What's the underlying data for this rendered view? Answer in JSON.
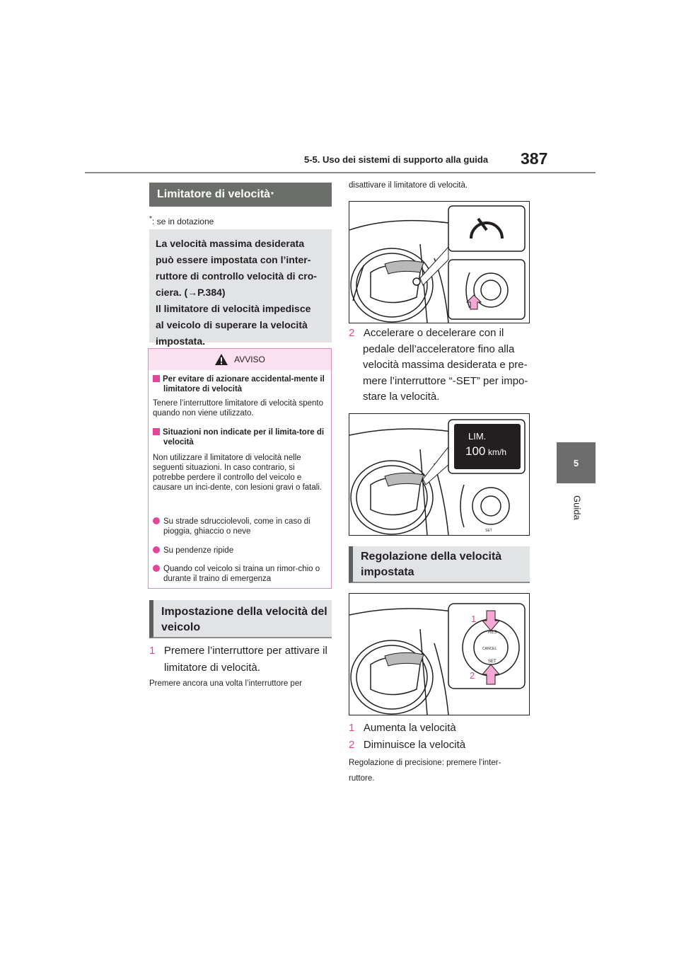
{
  "header": {
    "section": "5-5. Uso dei sistemi di supporto alla guida",
    "page_number": "387"
  },
  "side_tab": {
    "number": "5",
    "label": "Guida"
  },
  "limiter": {
    "title": "Limitatore di velocità",
    "title_mark": "*",
    "footnote_mark": "*",
    "footnote": ": se in dotazione",
    "intro_lines": [
      "La velocità massima desiderata",
      "può essere impostata con l’inter-",
      "ruttore di controllo velocità di cro-",
      "ciera. (→P.384)",
      "Il limitatore di velocità impedisce",
      "al veicolo di superare la velocità",
      "impostata."
    ]
  },
  "warning": {
    "title": "AVVISO",
    "s1_heading": "Per evitare di azionare accidental-mente il limitatore di velocità",
    "s1_text": "Tenere l’interruttore limitatore di velocità spento quando non viene utilizzato.",
    "s2_heading": "Situazioni non indicate per il limita-tore di velocità",
    "s2_text": "Non utilizzare il limitatore di velocità nelle seguenti situazioni. In caso contrario, si potrebbe perdere il controllo del veicolo e causare un inci-dente, con lesioni gravi o fatali.",
    "b1": "Su strade sdrucciolevoli, come in caso di pioggia, ghiaccio o neve",
    "b2": "Su pendenze ripide",
    "b3": "Quando col veicolo si traina un rimor-chio o durante il traino di emergenza"
  },
  "setting": {
    "title": "Impostazione della velocità del veicolo",
    "step1_num": "1",
    "step1_line1": "Premere l’interruttore per attivare il",
    "step1_line2": "limitatore di velocità.",
    "step1_note": "Premere ancora una volta l’interruttore per",
    "step1_note_cont": "disattivare il limitatore di velocità.",
    "step2_num": "2",
    "step2_lines": [
      "Accelerare o decelerare con il",
      "pedale dell’acceleratore fino alla",
      "velocità massima desiderata e pre-",
      "mere l’interruttore “-SET” per impo-",
      "stare la velocità."
    ]
  },
  "figure2": {
    "display_top": "LIM.",
    "display_value": "100",
    "display_unit": "km/h",
    "button_label": "SET"
  },
  "figure3": {
    "btn_res": "RES",
    "btn_cancel": "CANCEL",
    "btn_set": "SET",
    "callout1": "1",
    "callout2": "2"
  },
  "regulation": {
    "title_line1": "Regolazione della velocità",
    "title_line2": "impostata",
    "item1_num": "1",
    "item1": "Aumenta la velocità",
    "item2_num": "2",
    "item2": "Diminuisce la velocità",
    "fine_line1": "Regolazione di precisione: premere l’inter-",
    "fine_line2": "ruttore."
  },
  "colors": {
    "accent_pink": "#e2459a",
    "bar_dark": "#6b6d6b",
    "box_gray": "#e1e3e4",
    "warn_bg": "#fbe0ef"
  }
}
